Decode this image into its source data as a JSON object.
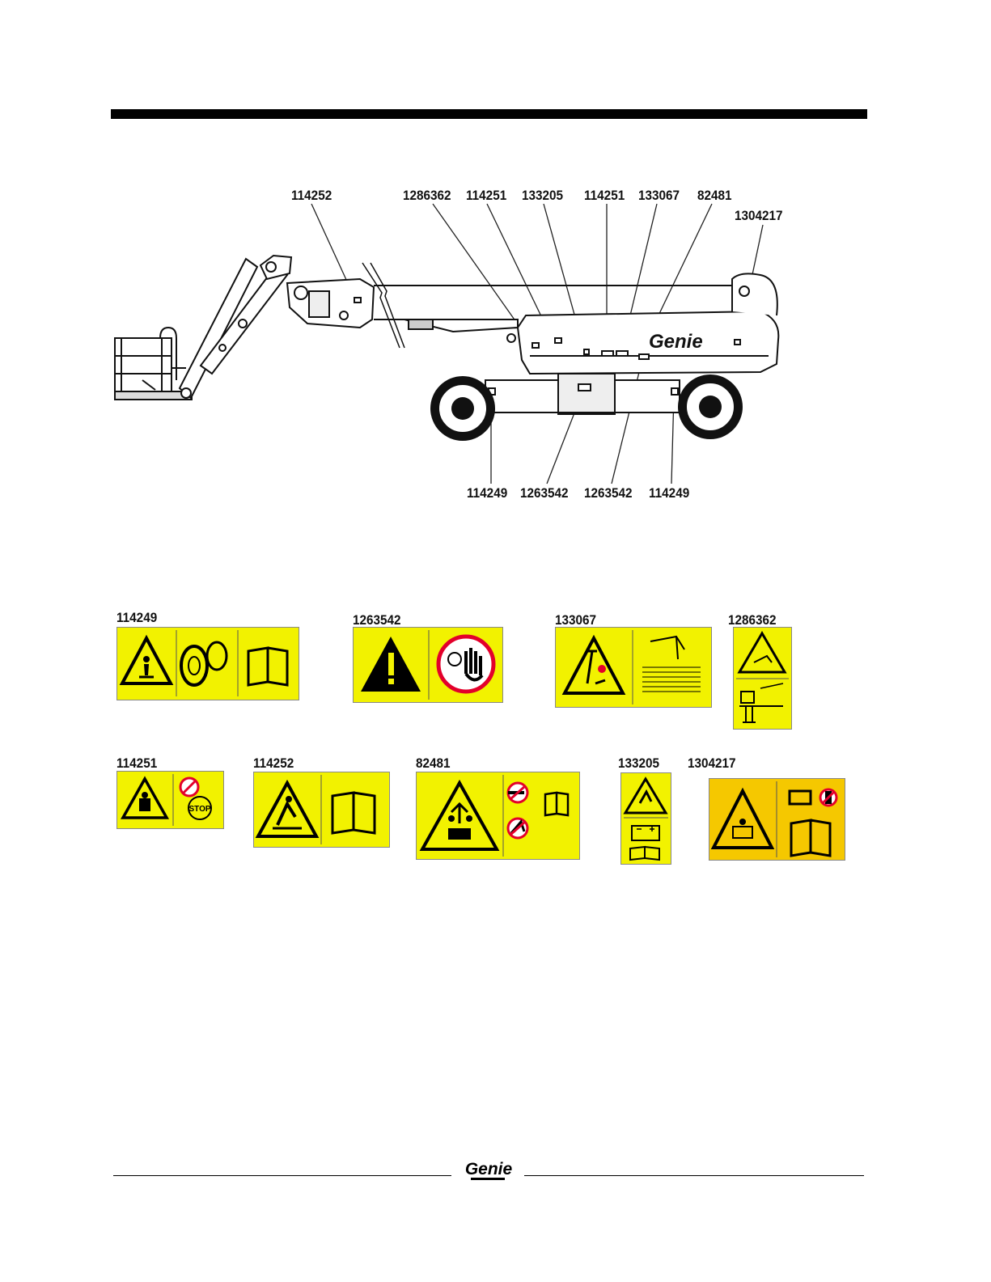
{
  "diagram": {
    "callouts_top": [
      "114252",
      "1286362",
      "114251",
      "133205",
      "114251",
      "133067",
      "82481",
      "1304217"
    ],
    "callouts_bottom": [
      "114249",
      "1263542",
      "1263542",
      "114249"
    ],
    "machine_brand": "Genie"
  },
  "decals": {
    "d114249": "114249",
    "d1263542": "1263542",
    "d133067": "133067",
    "d1286362": "1286362",
    "d114251": "114251",
    "d114252": "114252",
    "d82481": "82481",
    "d133205": "133205",
    "d1304217": "1304217",
    "stop_text": "STOP"
  },
  "colors": {
    "decal_yellow": "#f2f200",
    "decal_amber": "#f5c800",
    "prohibition_red": "#e3002b"
  },
  "footer": {
    "logo_text": "Genie"
  }
}
